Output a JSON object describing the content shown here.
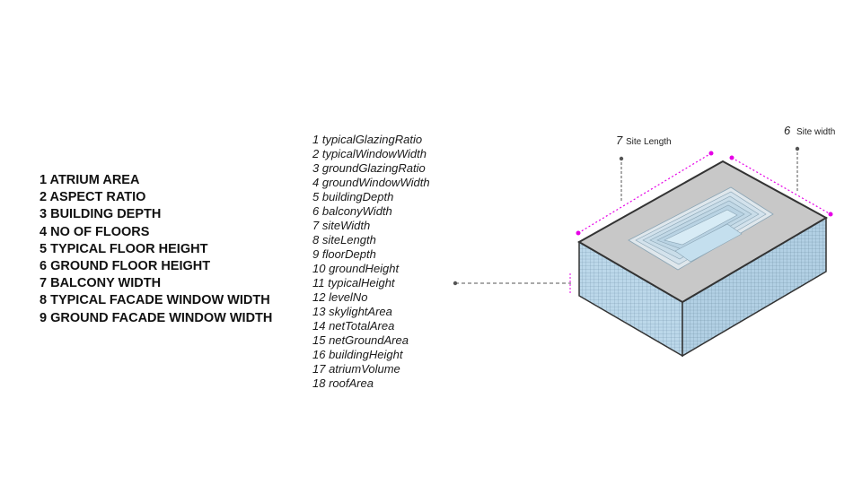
{
  "left_list": [
    "1 ATRIUM AREA",
    "2 ASPECT RATIO",
    "3 BUILDING DEPTH",
    "4 NO OF FLOORS",
    "5 TYPICAL FLOOR HEIGHT",
    "6 GROUND FLOOR HEIGHT",
    "7 BALCONY WIDTH",
    "8 TYPICAL FACADE WINDOW WIDTH",
    "9 GROUND FACADE WINDOW WIDTH"
  ],
  "mid_list": [
    "1 typicalGlazingRatio",
    "2 typicalWindowWidth",
    "3 groundGlazingRatio",
    "4 groundWindowWidth",
    "5 buildingDepth",
    "6 balconyWidth",
    "7 siteWidth",
    "8 siteLength",
    "9 floorDepth",
    "10 groundHeight",
    "11 typicalHeight",
    "12 levelNo",
    "13 skylightArea",
    "14 netTotalArea",
    "15 netGroundArea",
    "16 buildingHeight",
    "17 atriumVolume",
    "18 roofArea"
  ],
  "diagram": {
    "site_length": {
      "number": "7",
      "text": "Site Length"
    },
    "site_width": {
      "number": "6",
      "text": "Site width"
    }
  },
  "colors": {
    "dimension_line": "#e600e6",
    "facade": "#bcd8ea",
    "roof": "#c8c8c8",
    "outline": "#333333",
    "leader": "#555555"
  }
}
